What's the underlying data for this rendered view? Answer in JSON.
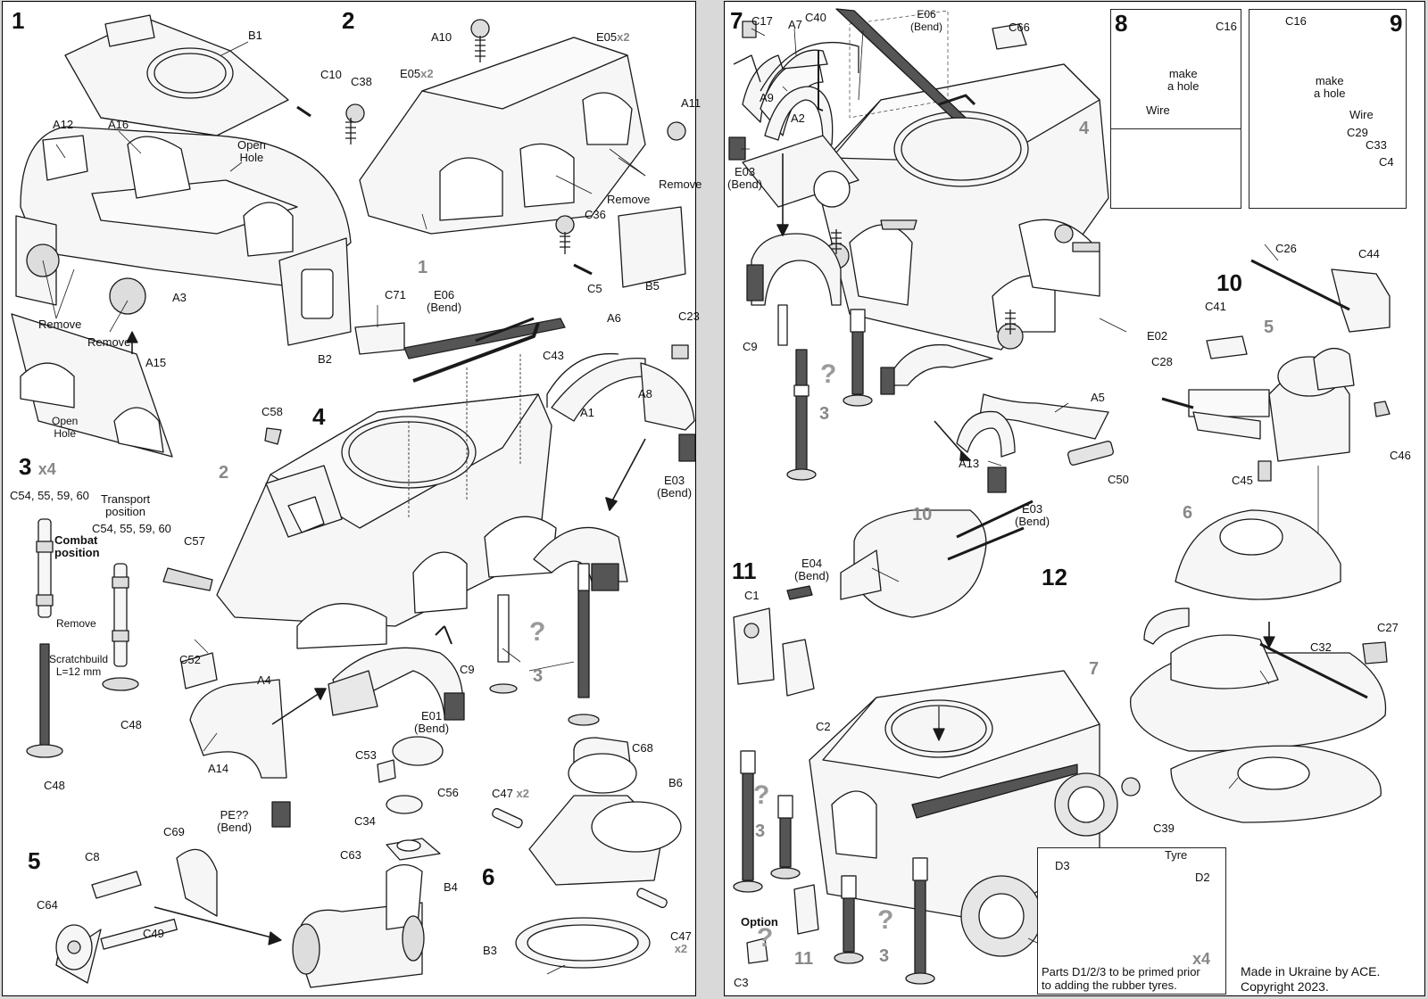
{
  "colors": {
    "ink": "#1a1a1a",
    "part_fill": "#f4f4f4",
    "photo_etch": "#555555",
    "reference_gray": "#888888"
  },
  "left_sheet": {
    "steps": {
      "s1": "1",
      "s2": "2",
      "s3": "3",
      "s4": "4",
      "s5": "5",
      "s6": "6"
    },
    "step3_multiplier": "x4",
    "labels": {
      "B1": "B1",
      "A12": "A12",
      "A16": "A16",
      "open_hole": "Open\nHole",
      "A3": "A3",
      "remove_1": "Remove",
      "remove_2": "Remove",
      "B2": "B2",
      "A15": "A15",
      "open_hole_2": "Open\nHole",
      "A10": "A10",
      "E05a": "E05",
      "E05a_mult": "x2",
      "E05b": "E05",
      "E05b_mult": "x2",
      "C10": "C10",
      "C38": "C38",
      "A11": "A11",
      "remove_3": "Remove",
      "remove_4": "Remove",
      "C36": "C36",
      "C5": "C5",
      "B5": "B5",
      "ref_1": "1",
      "C71": "C71",
      "E06": "E06",
      "E06_bend": "(Bend)",
      "C43": "C43",
      "A6": "A6",
      "C23": "C23",
      "A1": "A1",
      "A8": "A8",
      "E03": "E03",
      "E03_bend": "(Bend)",
      "C58": "C58",
      "ref_2": "2",
      "C57": "C57",
      "C9": "C9",
      "ref_3": "3",
      "question": "?",
      "C52": "C52",
      "A4": "A4",
      "A14": "A14",
      "E01": "E01",
      "E01_bend": "(Bend)",
      "PE": "PE??",
      "PE_bend": "(Bend)",
      "C54_a": "C54, 55, 59, 60",
      "combat": "Combat\nposition",
      "transport": "Transport\nposition",
      "C54_b": "C54, 55, 59, 60",
      "remove_5": "Remove",
      "scratch": "Scratchbuild\nL=12 mm",
      "C48_a": "C48",
      "C48_b": "C48",
      "C53": "C53",
      "C56": "C56",
      "C34": "C34",
      "C63": "C63",
      "B4": "B4",
      "C8": "C8",
      "C69": "C69",
      "C64": "C64",
      "C49": "C49",
      "C68": "C68",
      "C47_a": "C47",
      "C47_a_mult": "x2",
      "B6": "B6",
      "B3": "B3",
      "C47_b": "C47",
      "C47_b_mult": "x2"
    }
  },
  "right_sheet": {
    "steps": {
      "s7": "7",
      "s8": "8",
      "s9": "9",
      "s10": "10",
      "s11": "11",
      "s12": "12"
    },
    "labels": {
      "C17": "C17",
      "A7": "A7",
      "C40": "C40",
      "E06": "E06",
      "E06_bend": "(Bend)",
      "C66": "C66",
      "A9": "A9",
      "A2": "A2",
      "E03": "E03",
      "E03_bend": "(Bend)",
      "ref_4": "4",
      "C9": "C9",
      "q1": "?",
      "ref_3a": "3",
      "E02": "E02",
      "A5": "A5",
      "A13": "A13",
      "C50": "C50",
      "E03b": "E03",
      "E03b_bend": "(Bend)",
      "C16_8": "C16",
      "make_hole_8": "make\na hole",
      "wire_8": "Wire",
      "C16_9": "C16",
      "make_hole_9": "make\na hole",
      "wire_9": "Wire",
      "C29": "C29",
      "C33": "C33",
      "C4": "C4",
      "C26": "C26",
      "C44": "C44",
      "C41": "C41",
      "ref_5": "5",
      "C28": "C28",
      "C46": "C46",
      "C45": "C45",
      "ref_6": "6",
      "ref_10": "10",
      "E04": "E04",
      "E04_bend": "(Bend)",
      "C1": "C1",
      "C2": "C2",
      "C27": "C27",
      "C32": "C32",
      "ref_7": "7",
      "C39": "C39",
      "q2": "?",
      "ref_3b": "3",
      "q3": "?",
      "ref_3c": "3",
      "option": "Option",
      "q4": "?",
      "ref_11": "11",
      "C3": "C3",
      "D3": "D3",
      "tyre": "Tyre",
      "D2": "D2",
      "x4": "x4",
      "parts_note": "Parts D1/2/3 to be primed prior\nto adding the rubber tyres."
    },
    "footer": {
      "made": "Made in Ukraine by ACE.",
      "copyright": "Copyright 2023."
    }
  }
}
